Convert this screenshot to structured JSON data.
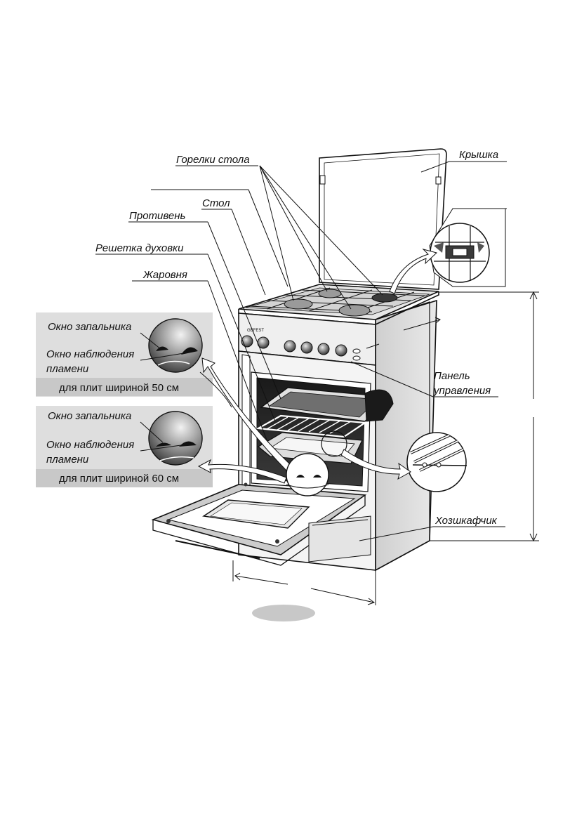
{
  "labels": {
    "burners": "Горелки стола",
    "lid": "Крышка",
    "table": "Стол",
    "baking_tray": "Противень",
    "oven_rack": "Решетка духовки",
    "roasting_pan": "Жаровня",
    "control_panel_line1": "Панель",
    "control_panel_line2": "управления",
    "storage": "Хозшкафчик"
  },
  "inset_50": {
    "igniter_window": "Окно запальника",
    "flame_window_line1": "Окно наблюдения",
    "flame_window_line2": "пламени",
    "caption": "для плит шириной 50 см"
  },
  "inset_60": {
    "igniter_window": "Окно запальника",
    "flame_window_line1": "Окно наблюдения",
    "flame_window_line2": "пламени",
    "caption": "для плит шириной 60 см"
  },
  "brand": "GEFEST"
}
